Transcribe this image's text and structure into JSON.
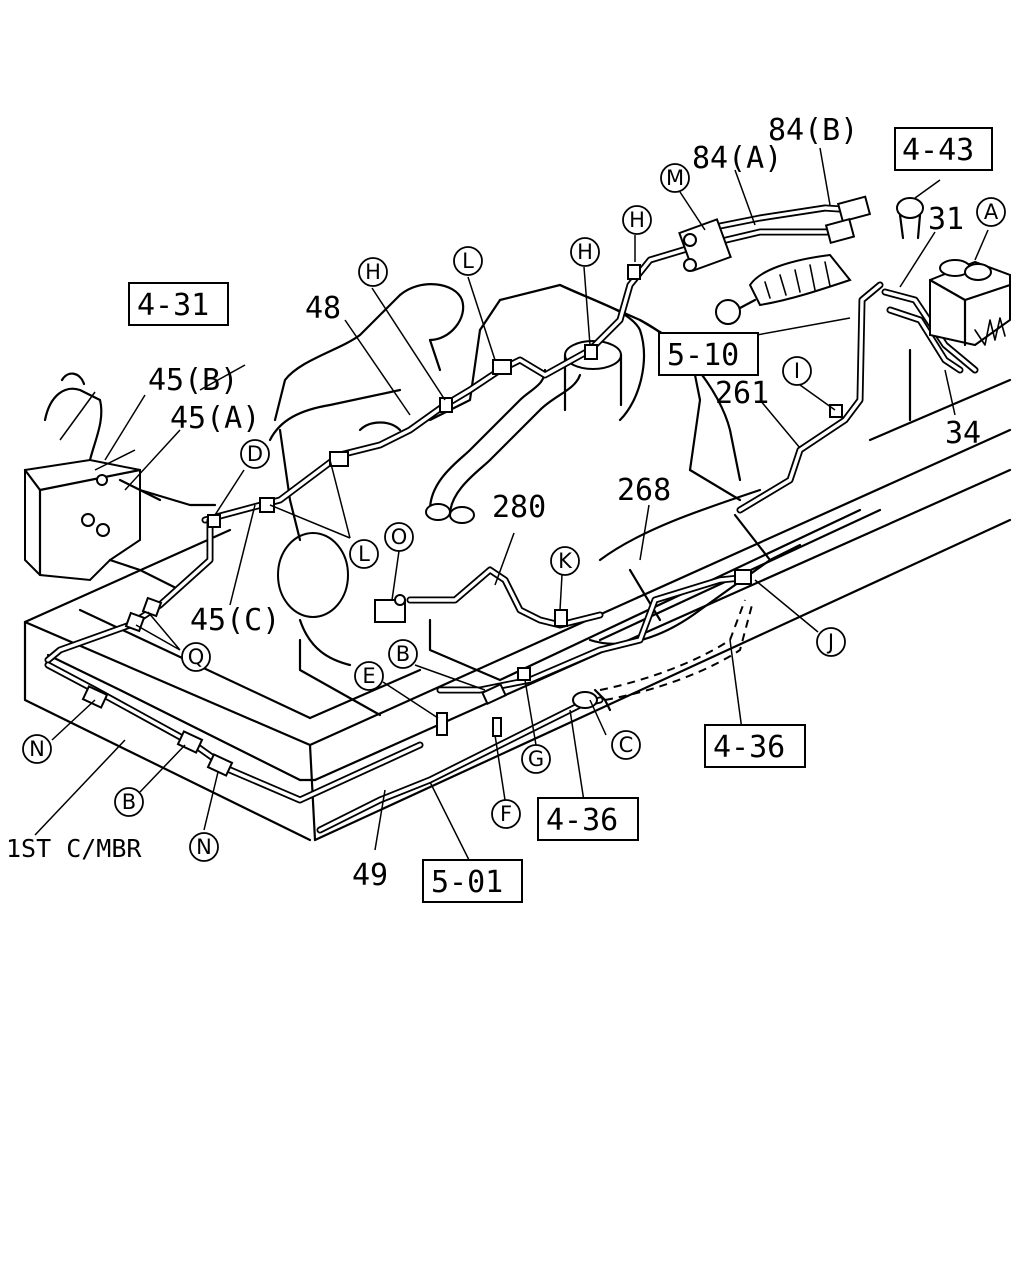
{
  "part_numbers": {
    "n84b": "84(B)",
    "n84a": "84(A)",
    "n31": "31",
    "n48": "48",
    "n45b": "45(B)",
    "n45a": "45(A)",
    "n45c": "45(C)",
    "n261": "261",
    "n34": "34",
    "n280": "280",
    "n268": "268",
    "n49": "49",
    "first_cmbr": "1ST C/MBR"
  },
  "ref_boxes": {
    "r443": "4-43",
    "r431": "4-31",
    "r510": "5-10",
    "r436a": "4-36",
    "r436b": "4-36",
    "r501": "5-01"
  },
  "callouts": {
    "M": "M",
    "A": "A",
    "H1": "H",
    "H2": "H",
    "H3": "H",
    "L1": "L",
    "L2": "L",
    "D": "D",
    "I": "I",
    "O": "O",
    "K": "K",
    "Q": "Q",
    "B1": "B",
    "B2": "B",
    "E": "E",
    "J": "J",
    "C": "C",
    "G": "G",
    "F": "F",
    "N1": "N",
    "N2": "N"
  }
}
